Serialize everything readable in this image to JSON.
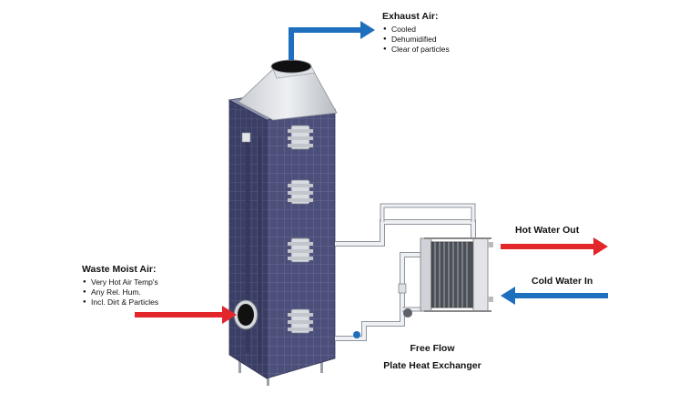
{
  "exhaust": {
    "title": "Exhaust Air:",
    "items": [
      "Cooled",
      "Dehumidified",
      "Clear of particles"
    ],
    "arrow_color": "#1f6fbf"
  },
  "waste": {
    "title": "Waste Moist Air:",
    "items": [
      "Very Hot Air Temp's",
      "Any Rel. Hum.",
      "Incl. Dirt & Particles"
    ],
    "arrow_color": "#e3262a"
  },
  "hot_water": {
    "label": "Hot Water Out",
    "arrow_color": "#e3262a"
  },
  "cold_water": {
    "label": "Cold Water In",
    "arrow_color": "#1f6fbf"
  },
  "exchanger": {
    "line1": "Free Flow",
    "line2": "Plate Heat Exchanger"
  }
}
